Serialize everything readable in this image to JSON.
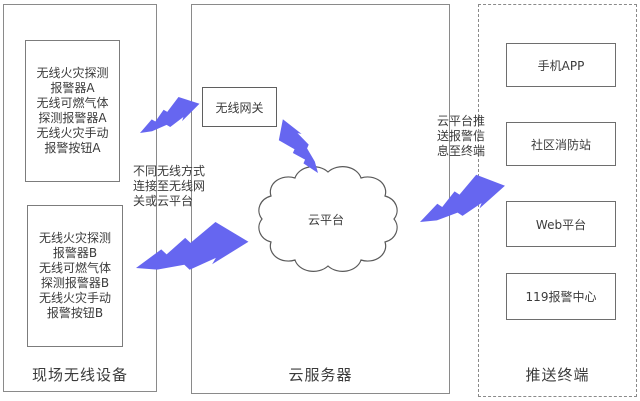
{
  "diagram": {
    "field_panel": {
      "label": "现场无线设备",
      "group_a": {
        "device_1": "无线火灾探测报警器A",
        "device_2": "无线可燃气体探测报警器A",
        "device_3": "无线火灾手动报警按钮A"
      },
      "group_b": {
        "device_1": "无线火灾探测报警器B",
        "device_2": "无线可燃气体探测报警器B",
        "device_3": "无线火灾手动报警按钮B"
      }
    },
    "cloud_panel": {
      "label": "云服务器",
      "gateway_label": "无线网关",
      "cloud_platform_label": "云平台",
      "annotation_left": "不同无线方式连接至无线网关或云平台",
      "annotation_right": "云平台推送报警信息至终端"
    },
    "push_panel": {
      "label": "推送终端",
      "terminal_1": "手机APP",
      "terminal_2": "社区消防站",
      "terminal_3": "Web平台",
      "terminal_4": "119报警中心"
    },
    "colors": {
      "bolt_fill": "#6666f0",
      "border_gray": "#8a8a8a",
      "text": "#3b3b3b"
    }
  }
}
